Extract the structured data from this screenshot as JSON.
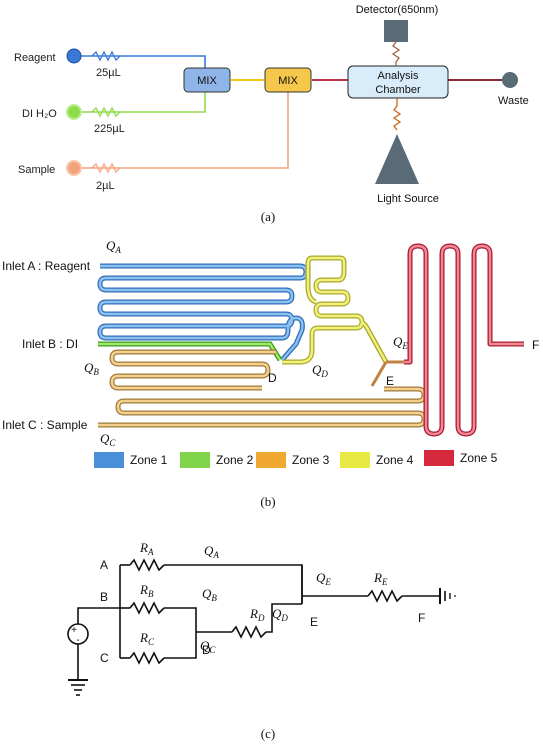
{
  "panel_a": {
    "caption": "(a)",
    "inlets": [
      {
        "label": "Reagent",
        "volume": "25µL",
        "color": "#3b78d8"
      },
      {
        "label": "DI H₂O",
        "volume": "225µL",
        "color": "#8fdc4a"
      },
      {
        "label": "Sample",
        "volume": "2µL",
        "color": "#f4a47c"
      }
    ],
    "mixers": [
      {
        "label": "MIX",
        "color": "#8fb4e8"
      },
      {
        "label": "MIX",
        "color": "#f5c84c"
      }
    ],
    "chamber_line1": "Analysis",
    "chamber_line2": "Chamber",
    "detector": "Detector(650nm)",
    "light_source": "Light Source",
    "waste": "Waste",
    "colors": {
      "red_line": "#c0344a",
      "yellow_line": "#f1c40f",
      "box_gray": "#5a6b78"
    }
  },
  "panel_b": {
    "caption": "(b)",
    "inlet_a": "Inlet A : Reagent",
    "inlet_b": "Inlet B : DI",
    "inlet_c": "Inlet C : Sample",
    "q_a": "Q_A",
    "q_b": "Q_B",
    "q_c": "Q_C",
    "q_d": "Q_D",
    "q_e": "Q_E",
    "node_d": "D",
    "node_e": "E",
    "node_f": "F",
    "legend": [
      {
        "label": "Zone 1",
        "color": "#4a90d9"
      },
      {
        "label": "Zone 2",
        "color": "#7fd44a"
      },
      {
        "label": "Zone 3",
        "color": "#f0a830"
      },
      {
        "label": "Zone 4",
        "color": "#e8e844"
      },
      {
        "label": "Zone 5",
        "color": "#d6283c"
      }
    ]
  },
  "panel_c": {
    "caption": "(c)",
    "nodes": {
      "a": "A",
      "b": "B",
      "c": "C",
      "d": "D",
      "e": "E",
      "f": "F"
    },
    "resistors": {
      "ra": "R_A",
      "rb": "R_B",
      "rc": "R_C",
      "rd": "R_D",
      "re": "R_E"
    },
    "flows": {
      "qa": "Q_A",
      "qb": "Q_B",
      "qc": "Q_C",
      "qd": "Q_D",
      "qe": "Q_E"
    }
  }
}
